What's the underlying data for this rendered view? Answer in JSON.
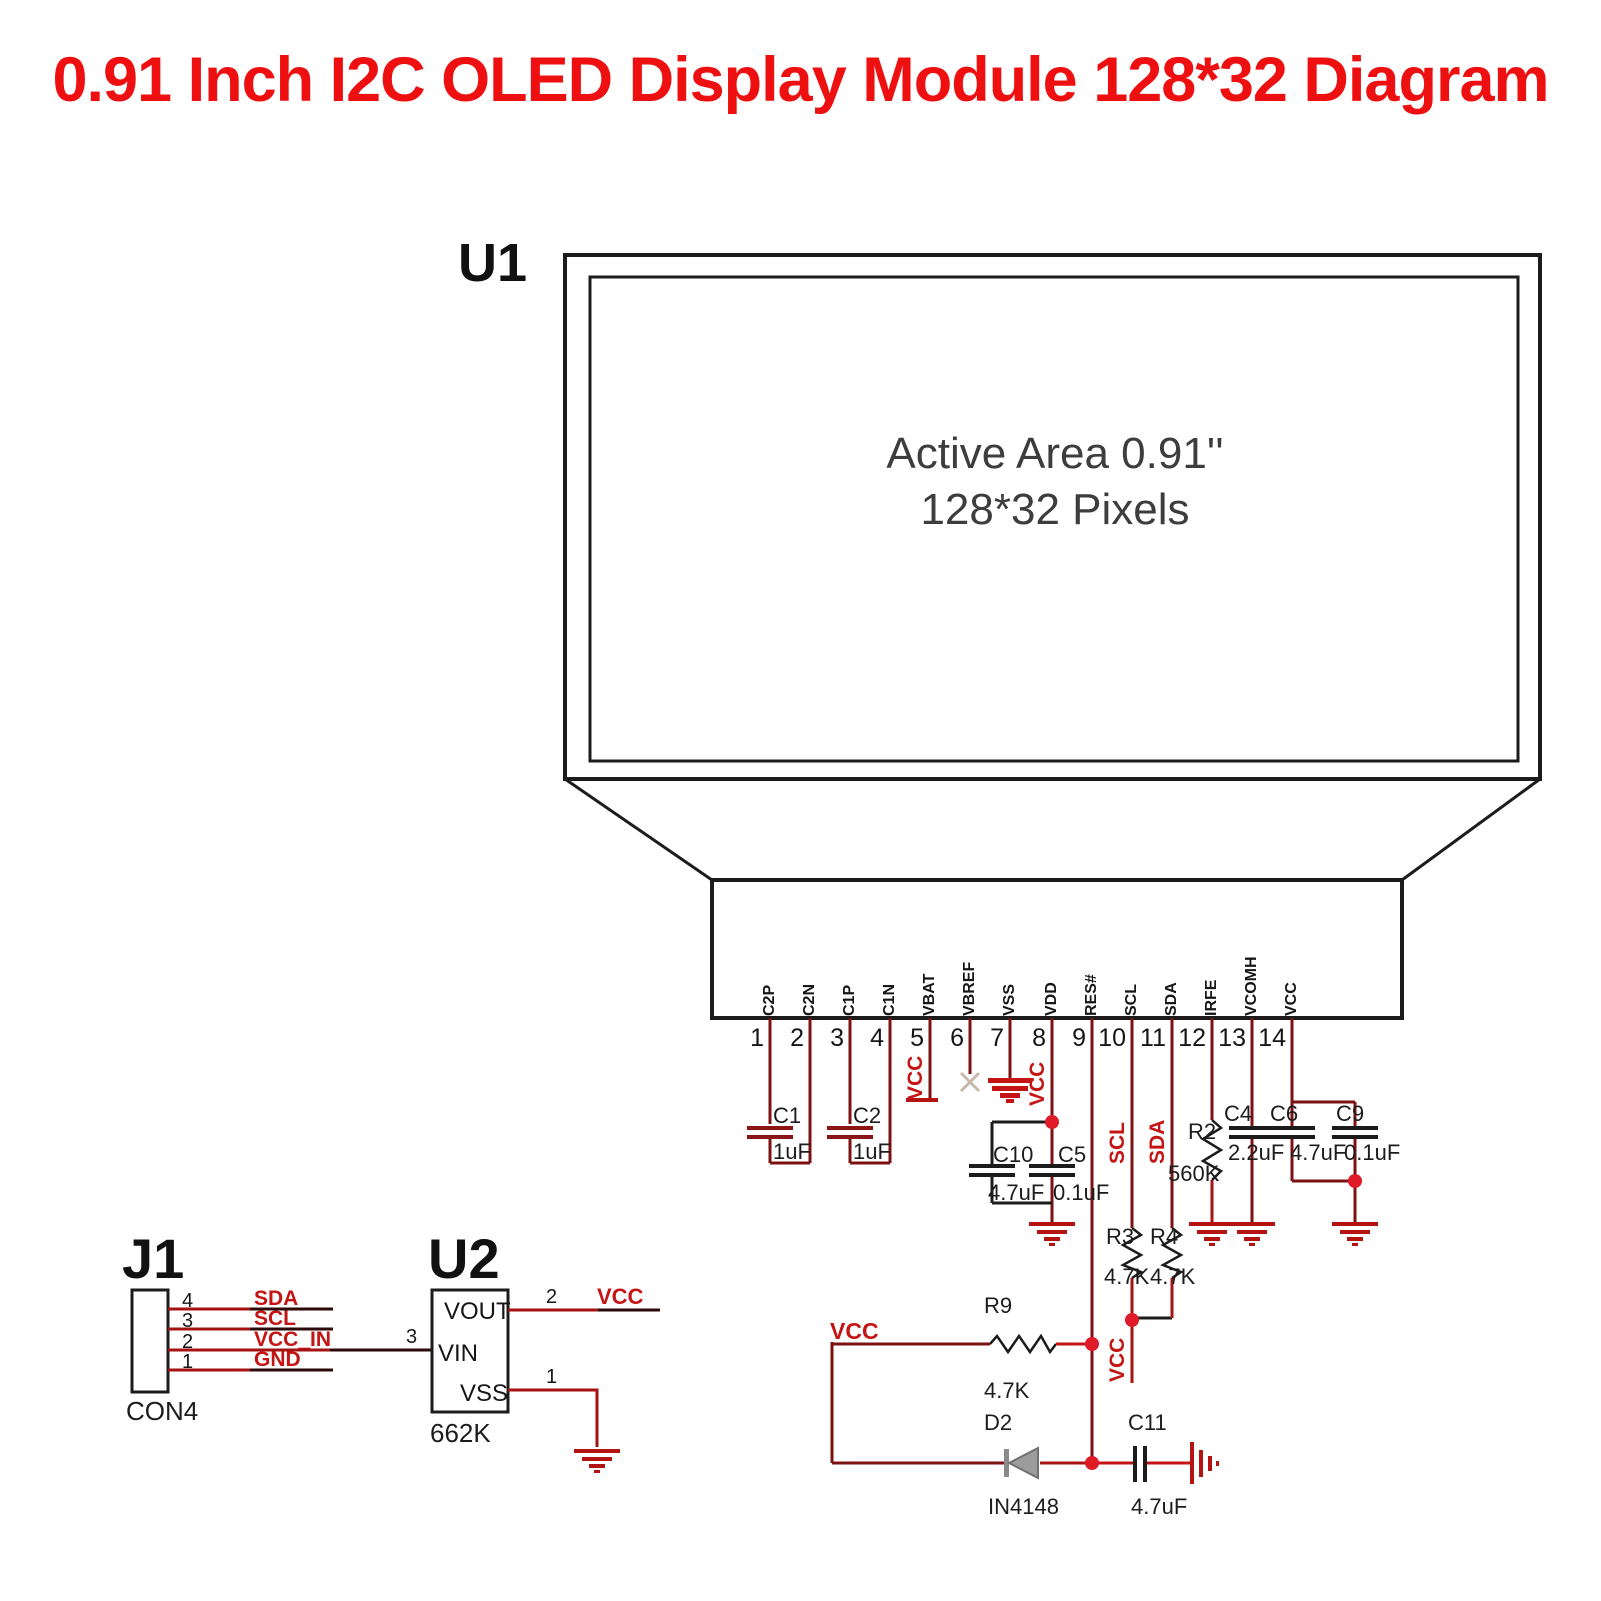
{
  "title": "0.91 Inch I2C OLED Display Module 128*32 Diagram",
  "module": {
    "ref": "U1",
    "active_area_line1": "Active Area 0.91''",
    "active_area_line2": "128*32 Pixels"
  },
  "pins": {
    "numbers": [
      "1",
      "2",
      "3",
      "4",
      "5",
      "6",
      "7",
      "8",
      "9",
      "10",
      "11",
      "12",
      "13",
      "14"
    ],
    "names": [
      "C2P",
      "C2N",
      "C1P",
      "C1N",
      "VBAT",
      "VBREF",
      "VSS",
      "VDD",
      "RES#",
      "SCL",
      "SDA",
      "IRFE",
      "VCOMH",
      "VCC"
    ]
  },
  "nets": {
    "vcc": "VCC",
    "scl": "SCL",
    "sda": "SDA"
  },
  "components": {
    "c1": {
      "ref": "C1",
      "value": "1uF"
    },
    "c2": {
      "ref": "C2",
      "value": "1uF"
    },
    "c10": {
      "ref": "C10",
      "value": "4.7uF"
    },
    "c5": {
      "ref": "C5",
      "value": "0.1uF"
    },
    "r2": {
      "ref": "R2",
      "value": "560K"
    },
    "c4": {
      "ref": "C4",
      "value": "2.2uF"
    },
    "c6": {
      "ref": "C6",
      "value": "4.7uF"
    },
    "c9": {
      "ref": "C9",
      "value": "0.1uF"
    },
    "r3": {
      "ref": "R3",
      "value": "4.7K"
    },
    "r4": {
      "ref": "R4",
      "value": "4.7K"
    },
    "r9": {
      "ref": "R9",
      "value": "4.7K"
    },
    "d2": {
      "ref": "D2",
      "value": "IN4148"
    },
    "c11": {
      "ref": "C11",
      "value": "4.7uF"
    }
  },
  "j1": {
    "ref": "J1",
    "footprint": "CON4",
    "pin_numbers": [
      "4",
      "3",
      "2",
      "1"
    ],
    "net_labels": [
      "SDA",
      "SCL",
      "VCC_IN",
      "GND"
    ]
  },
  "u2": {
    "ref": "U2",
    "part": "662K",
    "pin_vout": "VOUT",
    "pin_vin": "VIN",
    "pin_vss": "VSS",
    "num_vout": "2",
    "num_vin": "3",
    "num_vss": "1",
    "vout_net": "VCC"
  },
  "colors": {
    "title_red": "#ee1010",
    "wire_dark": "#7e1112",
    "wire_bright": "#c41414",
    "junction_red": "#e01b28",
    "black": "#1c1c1c",
    "diode_gray": "#9c9c9c"
  }
}
